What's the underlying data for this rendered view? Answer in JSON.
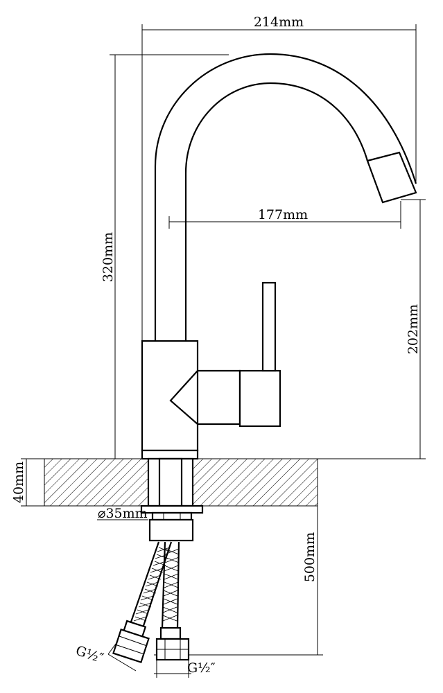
{
  "dimensions": {
    "overall_width": "214mm",
    "spout_reach": "177mm",
    "overall_height": "320mm",
    "spout_height": "202mm",
    "counter_thickness": "40mm",
    "hole_diameter": "⌀35mm",
    "hose_length": "500mm"
  },
  "connectors": {
    "left_thread": "G½″",
    "right_thread": "G½″"
  }
}
